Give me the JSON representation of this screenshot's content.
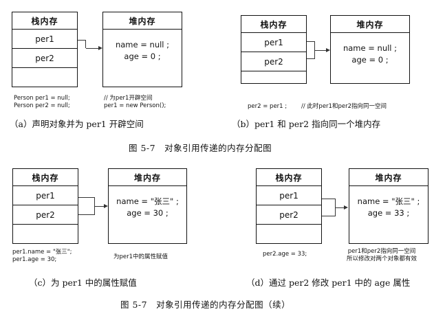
{
  "labels": {
    "stack": "栈内存",
    "heap": "堆内存",
    "per1": "per1",
    "per2": "per2"
  },
  "panels": {
    "a": {
      "heap_name": "name = null ;",
      "heap_age": "age = 0 ;",
      "code_left": [
        "Person per1 = null;",
        "Person per2 = null;"
      ],
      "code_right": [
        "// 为per1开辟空间",
        "per1 = new Person();"
      ],
      "caption": "（a）声明对象并为 per1 开辟空间"
    },
    "b": {
      "heap_name": "name = null ;",
      "heap_age": "age = 0 ;",
      "code_left": [
        "per2 = per1 ;"
      ],
      "code_right": [
        "// 此时per1和per2指向同一空间"
      ],
      "caption": "（b）per1 和 per2 指向同一个堆内存"
    },
    "c": {
      "heap_name": "name = \"张三\" ;",
      "heap_age": "age = 30 ;",
      "code_left": [
        "per1.name = \"张三\";",
        "per1.age = 30;"
      ],
      "code_right": [
        "为per1中的属性赋值"
      ],
      "caption": "（c）为 per1 中的属性赋值"
    },
    "d": {
      "heap_name": "name = \"张三\" ;",
      "heap_age": "age = 33 ;",
      "code_left": [
        "per2.age = 33;"
      ],
      "code_right": [
        "per1和per2指向同一空间",
        "所以修改对两个对象都有效"
      ],
      "caption": "（d）通过 per2 修改 per1 中的 age 属性"
    }
  },
  "figure_titles": [
    "图 5-7　对象引用传递的内存分配图",
    "图 5-7　对象引用传递的内存分配图（续）"
  ]
}
